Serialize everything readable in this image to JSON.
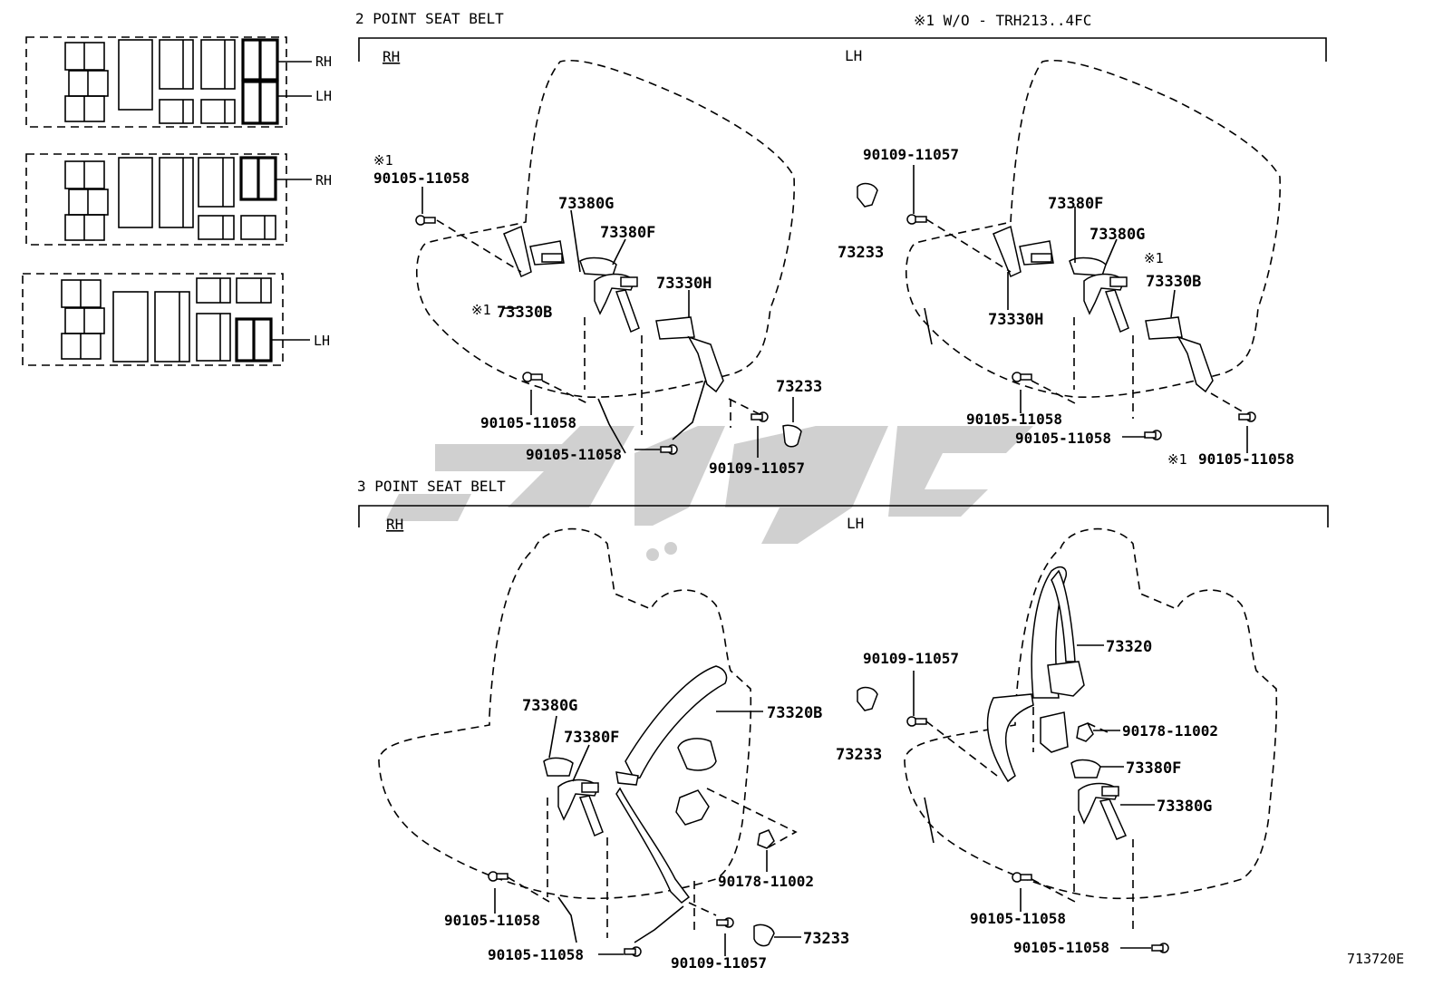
{
  "diagram_code": "713720E",
  "note": "※1  W/O - TRH213..4FC",
  "sections": {
    "two_point": {
      "title": "2 POINT SEAT BELT",
      "rh_label": "RH",
      "lh_label": "LH",
      "rh_parts": {
        "note_mark": "※1",
        "bolt_a": "90105-11058",
        "belt_g": "73380G",
        "belt_f": "73380F",
        "belt_h": "73330H",
        "belt_b_mark": "※1",
        "belt_b": "73330B",
        "bolt_b": "90105-11058",
        "bolt_c": "90105-11058",
        "cover": "73233",
        "bolt_d": "90109-11057"
      },
      "lh_parts": {
        "bolt_top": "90109-11057",
        "cover": "73233",
        "belt_f": "73380F",
        "belt_g": "73380G",
        "belt_b_mark": "※1",
        "belt_b": "73330B",
        "belt_h": "73330H",
        "bolt_a": "90105-11058",
        "bolt_b": "90105-11058",
        "bolt_c_mark": "※1",
        "bolt_c": "90105-11058"
      }
    },
    "three_point": {
      "title": "3 POINT SEAT BELT",
      "rh_label": "RH",
      "lh_label": "LH",
      "rh_parts": {
        "belt_g": "73380G",
        "belt_f": "73380F",
        "retractor": "73320B",
        "nut": "90178-11002",
        "bolt_a": "90105-11058",
        "bolt_b": "90105-11058",
        "bolt_c": "90109-11057",
        "cover": "73233"
      },
      "lh_parts": {
        "bolt_top": "90109-11057",
        "cover": "73233",
        "retractor": "73320",
        "nut": "90178-11002",
        "belt_f": "73380F",
        "belt_g": "73380G",
        "bolt_a": "90105-11058",
        "bolt_b": "90105-11058"
      }
    }
  },
  "seat_layouts": [
    {
      "labels": [
        "RH",
        "LH"
      ]
    },
    {
      "labels": [
        "RH"
      ]
    },
    {
      "labels": [
        "LH"
      ]
    }
  ]
}
